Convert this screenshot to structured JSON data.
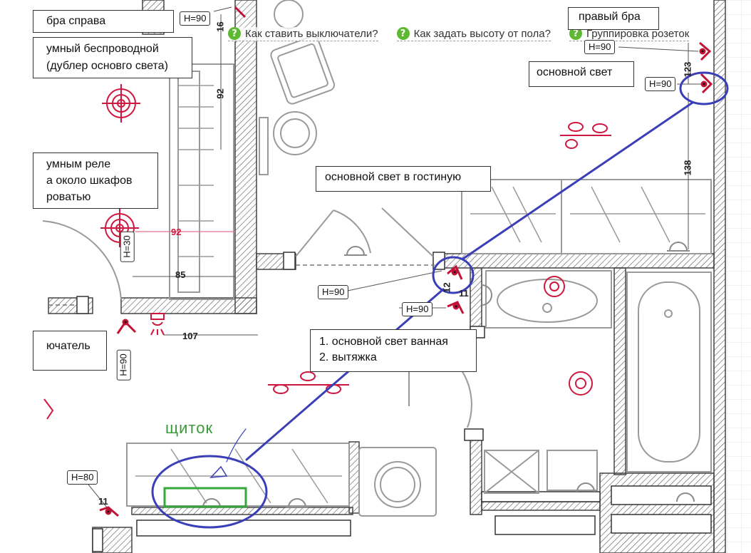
{
  "help_links": [
    {
      "label": "Как ставить выключатели?",
      "icon": "question-icon"
    },
    {
      "label": "Как задать высоту от пола?",
      "icon": "question-icon"
    },
    {
      "label": "Группировка розеток",
      "icon": "question-icon"
    }
  ],
  "callouts": {
    "bra_right_top": "бра справа",
    "wireless_smart": "умный беспроводной",
    "wireless_smart_2": "(дублер основго света)",
    "smart_relay_1": "умным реле",
    "smart_relay_2": "а около шкафов",
    "smart_relay_3": "роватью",
    "switch": "ючатель",
    "right_bra": "правый бра",
    "main_light": "основной свет",
    "living_main_light": "основной свет в гостиную",
    "bath_1": "1. основной свет ванная",
    "bath_2": "2. вытяжка"
  },
  "heights": {
    "h90_top_left": "H=90",
    "h90_top_right_1": "H=90",
    "h90_top_right_2": "H=90",
    "h30": "H=30",
    "h90_corridor": "H=90",
    "h90_bath": "H=90",
    "h90_left_switch": "H=90",
    "h80": "H=80"
  },
  "dimensions": {
    "d16": "16",
    "d92_vert": "92",
    "d92_red": "92",
    "d85": "85",
    "d107": "107",
    "d123": "123",
    "d138": "138",
    "d12": "12",
    "d11a": "11",
    "d11b": "11"
  },
  "annotation": {
    "panel": "щиток"
  },
  "colors": {
    "wall": "#444444",
    "fixture": "#d0173f",
    "furniture": "#9a9a9a",
    "marker_blue": "#3a3fb8",
    "marker_green": "#34a83a"
  }
}
